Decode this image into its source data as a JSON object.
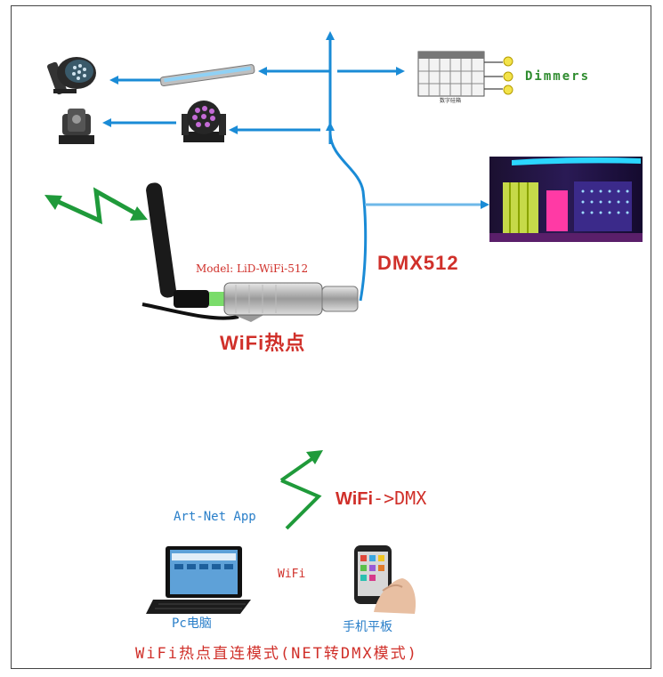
{
  "labels": {
    "dimmers": "Dimmers",
    "model": "Model: LiD-WiFi-512",
    "dmx512": "DMX512",
    "hotspot": "WiFi热点",
    "wifi_dmx_a": "WiFi",
    "wifi_dmx_b": "->DMX",
    "artnet_app": "Art-Net App",
    "wifi": "WiFi",
    "pc": "Pc电脑",
    "phone_tablet": "手机平板",
    "mode": "WiFi热点直连模式(NET转DMX模式)",
    "dimmer_pack_caption": "数字硅箱"
  },
  "colors": {
    "flow_arrow": "#1a8bd6",
    "wireless_arrow": "#1f9a3a",
    "text_red": "#d0302a",
    "text_blue": "#2a7fc9",
    "text_green": "#2e8b2e"
  },
  "icons": {
    "par_light": "par-can-light-icon",
    "led_bar": "led-wall-washer-bar-icon",
    "moving_head_small": "moving-head-icon",
    "moving_head_led": "led-moving-head-wash-icon",
    "dimmer_pack": "dimmer-rack-icon",
    "bulbs": "light-bulb-icon",
    "stage": "led-stage-photo",
    "antenna": "wifi-antenna-dongle",
    "laptop": "laptop-icon",
    "phone": "smartphone-hand-icon"
  }
}
